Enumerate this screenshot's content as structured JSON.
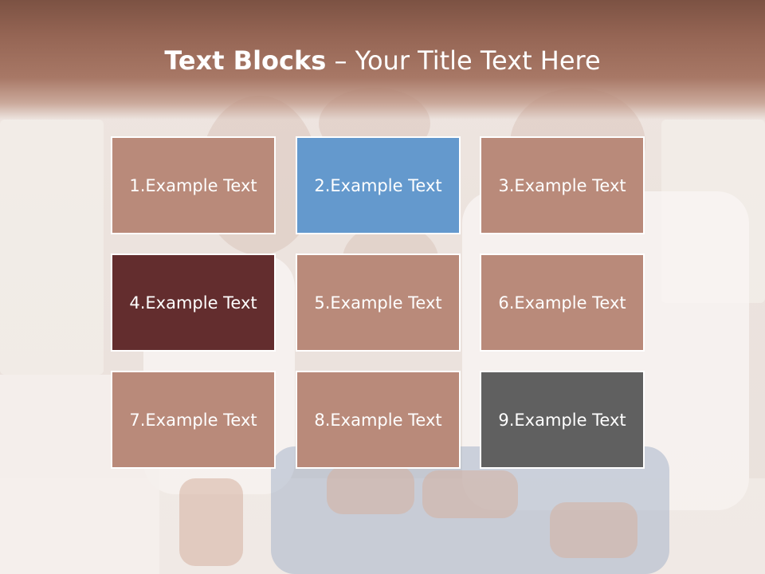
{
  "slide": {
    "title_bold": "Text Blocks",
    "title_separator": " – ",
    "title_rest": "Your Title Text Here"
  },
  "blocks": [
    {
      "label": "1.Example Text",
      "color": "#b98a7a"
    },
    {
      "label": "2.Example Text",
      "color": "#6499cd"
    },
    {
      "label": "3.Example Text",
      "color": "#b98a7a"
    },
    {
      "label": "4.Example Text",
      "color": "#632d2e"
    },
    {
      "label": "5.Example Text",
      "color": "#b98a7a"
    },
    {
      "label": "6.Example Text",
      "color": "#b98a7a"
    },
    {
      "label": "7.Example Text",
      "color": "#b98a7a"
    },
    {
      "label": "8.Example Text",
      "color": "#b98a7a"
    },
    {
      "label": "9.Example Text",
      "color": "#606060"
    }
  ],
  "colors": {
    "title_band": "#956554",
    "title_text": "#ffffff"
  }
}
